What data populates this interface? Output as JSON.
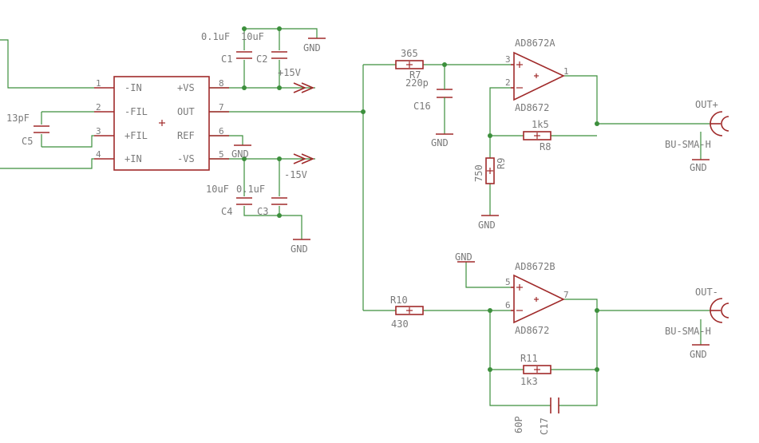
{
  "colors": {
    "wire": "#3c8f3c",
    "body": "#a02a2a",
    "text": "#7a7a7a"
  },
  "ina": {
    "pins": {
      "p1": "1",
      "p2": "2",
      "p3": "3",
      "p4": "4",
      "p5": "5",
      "p6": "6",
      "p7": "7",
      "p8": "8"
    },
    "labels": {
      "in_neg": "-IN",
      "fil_neg": "-FIL",
      "fil_pos": "+FIL",
      "in_pos": "+IN",
      "vs_pos": "+VS",
      "out": "OUT",
      "ref": "REF",
      "vs_neg": "-VS"
    }
  },
  "components": {
    "c1": {
      "name": "C1",
      "value": "0.1uF"
    },
    "c2": {
      "name": "C2",
      "value": "10uF"
    },
    "c3": {
      "name": "C3",
      "value": "0.1uF"
    },
    "c4": {
      "name": "C4",
      "value": "10uF"
    },
    "c5": {
      "name": "C5",
      "value": "13pF"
    },
    "c16": {
      "name": "C16",
      "value": "220p"
    },
    "c17": {
      "name": "C17",
      "value": "60P"
    },
    "r7": {
      "name": "R7",
      "value": "365"
    },
    "r8": {
      "name": "R8",
      "value": "1k5"
    },
    "r9": {
      "name": "R9",
      "value": "750"
    },
    "r10": {
      "name": "R10",
      "value": "430"
    },
    "r11": {
      "name": "R11",
      "value": "1k3"
    }
  },
  "opamp_a": {
    "name": "AD8672A",
    "value": "AD8672",
    "pin_noninv": "3",
    "pin_inv": "2",
    "pin_out": "1"
  },
  "opamp_b": {
    "name": "AD8672B",
    "value": "AD8672",
    "pin_noninv": "5",
    "pin_inv": "6",
    "pin_out": "7"
  },
  "supplies": {
    "pos": "+15V",
    "neg": "-15V",
    "gnd": "GND"
  },
  "connectors": {
    "out_pos": {
      "name": "OUT+",
      "value": "BU-SMA-H"
    },
    "out_neg": {
      "name": "OUT-",
      "value": "BU-SMA-H"
    }
  }
}
